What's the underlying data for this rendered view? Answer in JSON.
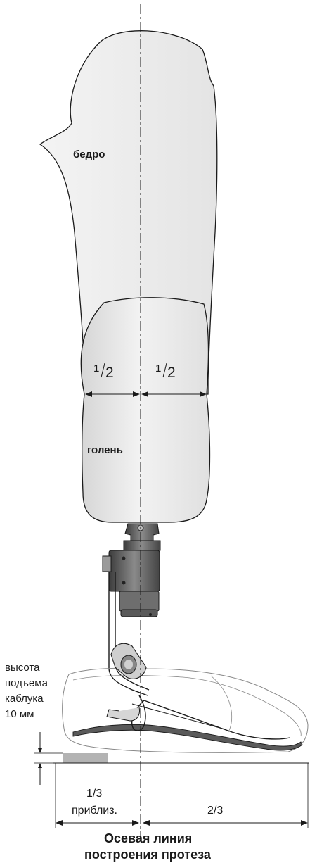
{
  "labels": {
    "thigh": "бедро",
    "shin": "голень",
    "half_left_num": "1",
    "half_left_den": "2",
    "half_right_num": "1",
    "half_right_den": "2",
    "heel_height_line1": "высота",
    "heel_height_line2": "подъема",
    "heel_height_line3": "каблука",
    "heel_height_line4": "10 мм",
    "third_left": "1/3",
    "approx": "приблиз.",
    "two_thirds": "2/3",
    "caption_line1": "Осевая линия",
    "caption_line2": "построения протеза"
  },
  "colors": {
    "outline": "#1a1a1a",
    "thigh_fill": "#ededed",
    "shin_fill": "#e6e6e6",
    "metal_dark": "#555555",
    "metal_mid": "#7a7a7a",
    "heel_block": "#b3b3b3",
    "shoe_line": "#888888"
  }
}
